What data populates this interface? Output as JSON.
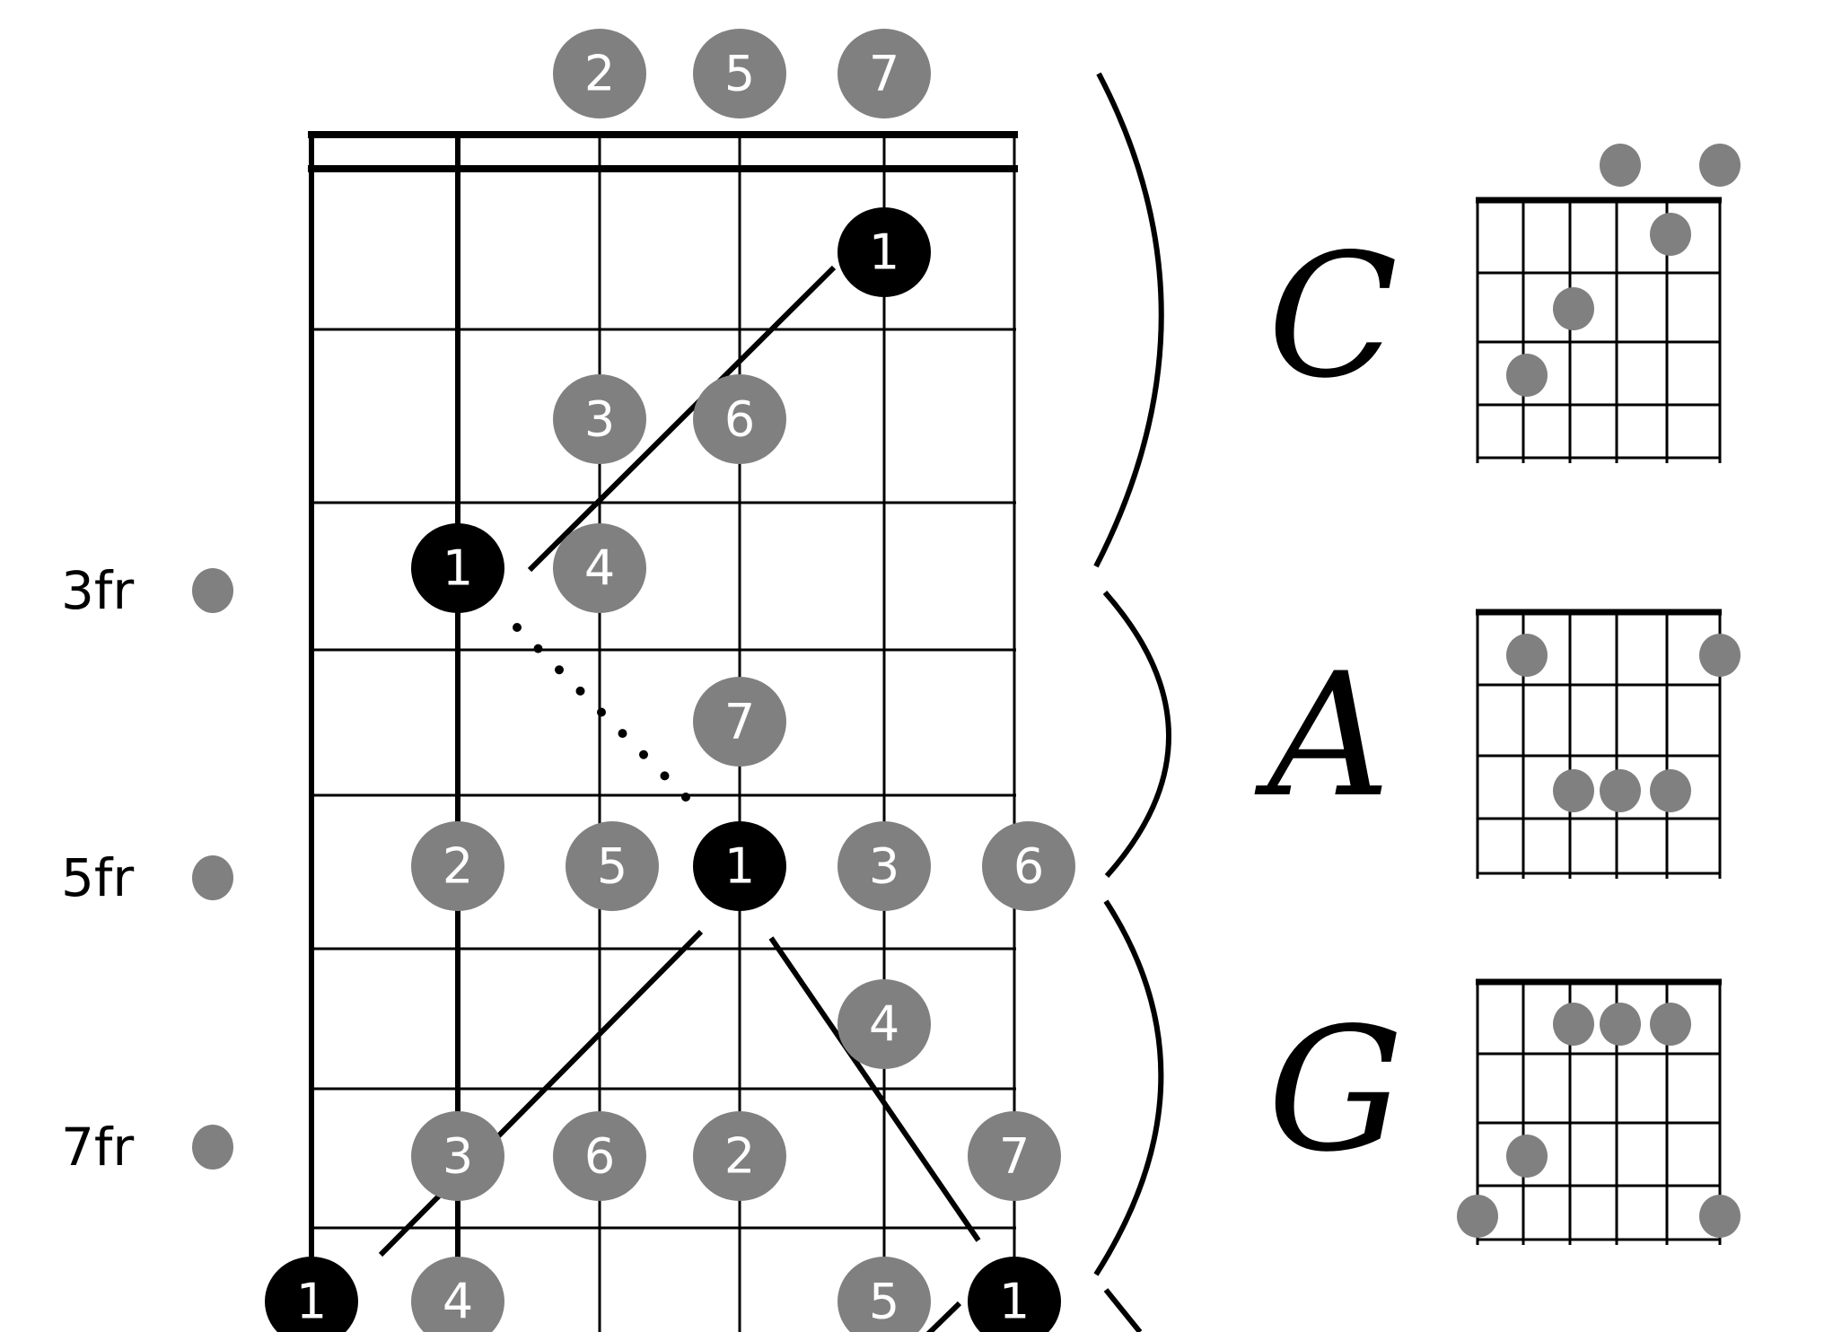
{
  "colors": {
    "root": "#000000",
    "note": "#808080",
    "line": "#000000",
    "text_on_note": "#ffffff"
  },
  "fret_markers": [
    {
      "label": "3fr",
      "fret": 3
    },
    {
      "label": "5fr",
      "fret": 5
    },
    {
      "label": "7fr",
      "fret": 7
    }
  ],
  "fretboard_notes": [
    {
      "degree": "2",
      "string": 3,
      "row": "open",
      "root": false
    },
    {
      "degree": "5",
      "string": 4,
      "row": "open",
      "root": false
    },
    {
      "degree": "7",
      "string": 5,
      "row": "open",
      "root": false
    },
    {
      "degree": "1",
      "string": 5,
      "row": "f1",
      "root": true
    },
    {
      "degree": "3",
      "string": 3,
      "row": "f2",
      "root": false
    },
    {
      "degree": "6",
      "string": 4,
      "row": "f2",
      "root": false
    },
    {
      "degree": "1",
      "string": 2,
      "row": "f3",
      "root": true
    },
    {
      "degree": "4",
      "string": 3,
      "row": "f3",
      "root": false
    },
    {
      "degree": "7",
      "string": 4,
      "row": "f4",
      "root": false
    },
    {
      "degree": "2",
      "string": 2,
      "row": "f5",
      "root": false
    },
    {
      "degree": "5",
      "string": 3,
      "row": "f5",
      "root": false
    },
    {
      "degree": "1",
      "string": 4,
      "row": "f5",
      "root": true
    },
    {
      "degree": "3",
      "string": 5,
      "row": "f5",
      "root": false
    },
    {
      "degree": "6",
      "string": 6,
      "row": "f5",
      "root": false
    },
    {
      "degree": "4",
      "string": 5,
      "row": "f6",
      "root": false
    },
    {
      "degree": "3",
      "string": 2,
      "row": "f7",
      "root": false
    },
    {
      "degree": "6",
      "string": 3,
      "row": "f7",
      "root": false
    },
    {
      "degree": "2",
      "string": 4,
      "row": "f7",
      "root": false
    },
    {
      "degree": "7",
      "string": 6,
      "row": "f7",
      "root": false
    },
    {
      "degree": "1",
      "string": 1,
      "row": "f8",
      "root": true
    },
    {
      "degree": "4",
      "string": 2,
      "row": "f8",
      "root": false
    },
    {
      "degree": "5",
      "string": 5,
      "row": "f8",
      "root": false
    },
    {
      "degree": "1",
      "string": 6,
      "row": "f8",
      "root": true
    }
  ],
  "chord_shapes": [
    {
      "name": "C",
      "dots": [
        [
          4,
          0
        ],
        [
          6,
          0
        ],
        [
          5,
          1
        ],
        [
          3,
          2
        ],
        [
          2,
          3
        ]
      ]
    },
    {
      "name": "A",
      "dots": [
        [
          2,
          1
        ],
        [
          6,
          1
        ],
        [
          3,
          3
        ],
        [
          4,
          3
        ],
        [
          5,
          3
        ]
      ]
    },
    {
      "name": "G",
      "dots": [
        [
          3,
          1
        ],
        [
          4,
          1
        ],
        [
          5,
          1
        ],
        [
          2,
          3
        ],
        [
          1,
          4
        ],
        [
          6,
          4
        ]
      ]
    }
  ]
}
